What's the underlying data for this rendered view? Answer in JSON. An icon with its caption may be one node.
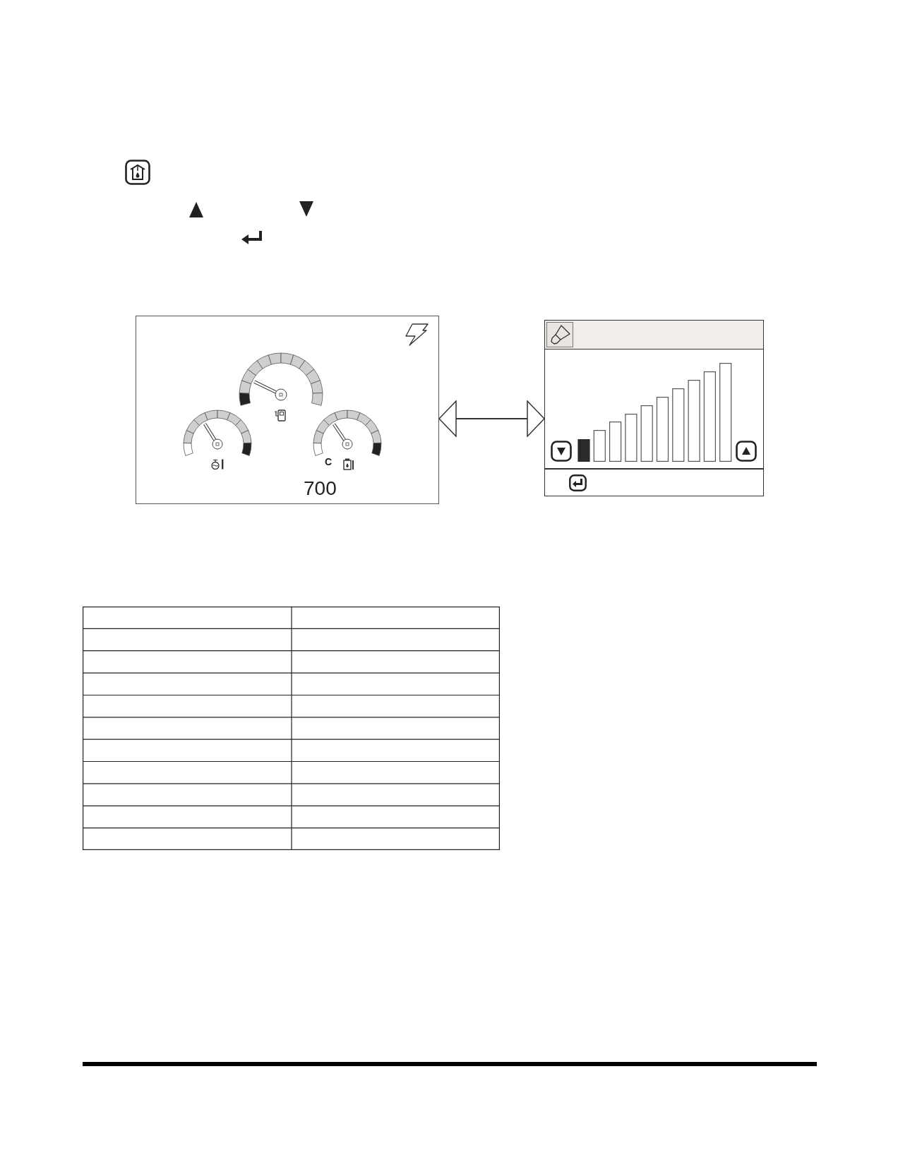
{
  "diagram": {
    "nodes": [
      {
        "text": [
          "C",
          "700"
        ]
      },
      {
        "text": [],
        "shape": "box"
      }
    ],
    "edges": [
      {
        "from": 0,
        "to": 1,
        "arrow": "both"
      }
    ]
  }
}
